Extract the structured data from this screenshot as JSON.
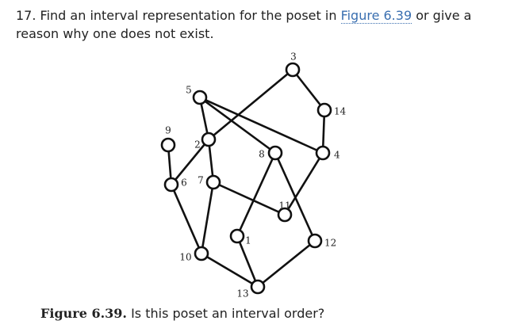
{
  "problem": {
    "number": "17.",
    "text_before": "Find an interval representation for the poset in",
    "link": "Figure 6.39",
    "text_after": "or give a reason why one does not exist."
  },
  "diagram": {
    "vertices": [
      {
        "id": "3",
        "label": "3"
      },
      {
        "id": "5",
        "label": "5"
      },
      {
        "id": "14",
        "label": "14"
      },
      {
        "id": "9",
        "label": "9"
      },
      {
        "id": "2",
        "label": "2"
      },
      {
        "id": "8",
        "label": "8"
      },
      {
        "id": "4",
        "label": "4"
      },
      {
        "id": "6",
        "label": "6"
      },
      {
        "id": "7",
        "label": "7"
      },
      {
        "id": "11",
        "label": "11"
      },
      {
        "id": "1",
        "label": "1"
      },
      {
        "id": "12",
        "label": "12"
      },
      {
        "id": "10",
        "label": "10"
      },
      {
        "id": "13",
        "label": "13"
      }
    ],
    "edges": [
      [
        "3",
        "2"
      ],
      [
        "3",
        "14"
      ],
      [
        "14",
        "4"
      ],
      [
        "5",
        "2"
      ],
      [
        "5",
        "8"
      ],
      [
        "5",
        "4"
      ],
      [
        "9",
        "6"
      ],
      [
        "2",
        "6"
      ],
      [
        "2",
        "7"
      ],
      [
        "8",
        "1"
      ],
      [
        "8",
        "12"
      ],
      [
        "4",
        "11"
      ],
      [
        "7",
        "11"
      ],
      [
        "7",
        "10"
      ],
      [
        "6",
        "10"
      ],
      [
        "1",
        "13"
      ],
      [
        "10",
        "13"
      ],
      [
        "12",
        "13"
      ]
    ]
  },
  "caption": {
    "figure_label": "Figure 6.39.",
    "text": "Is this poset an interval order?"
  }
}
